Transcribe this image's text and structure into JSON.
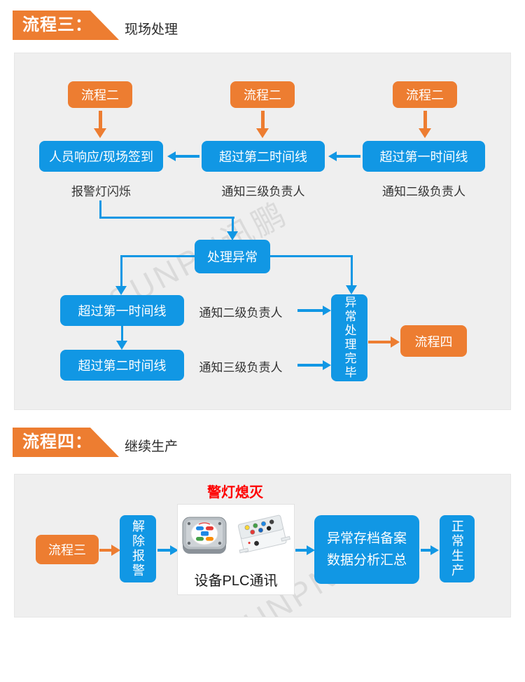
{
  "colors": {
    "orange": "#ed7d31",
    "blue": "#1197e4",
    "panel_bg": "#efefef",
    "alert_red": "#fe0000",
    "text_dark": "#333333",
    "watermark_gray": "#c2c2c2",
    "card_bg": "#ffffff"
  },
  "watermark": "SUNPN讯鹏",
  "header1": {
    "badge": "流程三：",
    "subtitle": "现场处理"
  },
  "header2": {
    "badge": "流程四：",
    "subtitle": "继续生产"
  },
  "flow3": {
    "sources": [
      "流程二",
      "流程二",
      "流程二"
    ],
    "stations": [
      {
        "label": "人员响应/现场签到",
        "caption": "报警灯闪烁"
      },
      {
        "label": "超过第二时间线",
        "caption": "通知三级负责人"
      },
      {
        "label": "超过第一时间线",
        "caption": "通知二级负责人"
      }
    ],
    "handle": "处理异常",
    "timeline1": {
      "label": "超过第一时间线",
      "note": "通知二级负责人"
    },
    "timeline2": {
      "label": "超过第二时间线",
      "note": "通知三级负责人"
    },
    "done": "异常处理完毕",
    "next": "流程四"
  },
  "flow4": {
    "alarm_off": "警灯熄灭",
    "start": "流程三",
    "release": "解除报警",
    "device_caption": "设备PLC通讯",
    "archive": {
      "line1": "异常存档备案",
      "line2": "数据分析汇总"
    },
    "end": "正常生产"
  }
}
